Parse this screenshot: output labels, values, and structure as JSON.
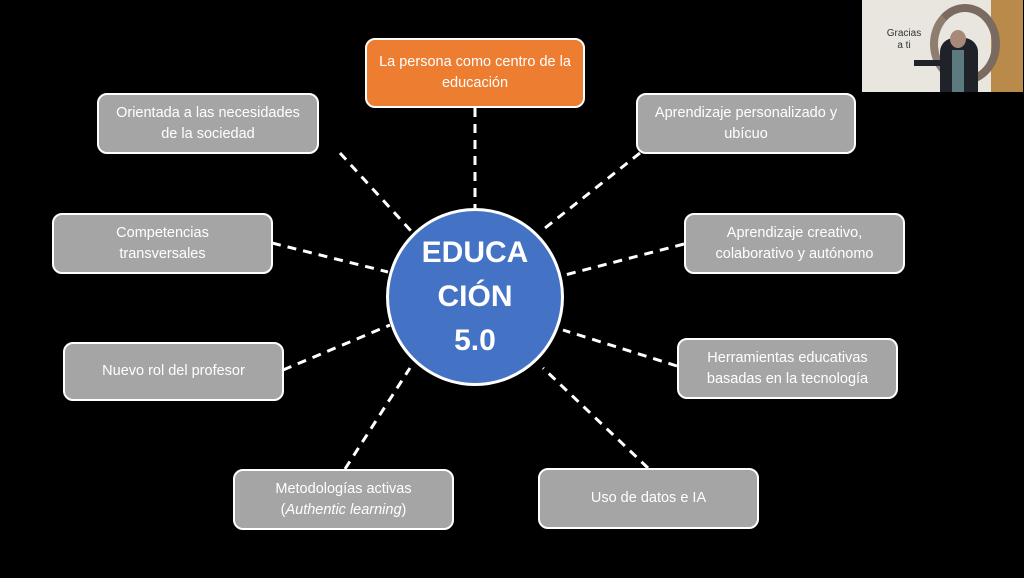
{
  "center": {
    "lines": [
      "EDUCA",
      "CIÓN",
      "5.0"
    ]
  },
  "nodes": [
    {
      "id": "center-of-education",
      "text": "La persona como centro de la educación",
      "color": "#ed7d31"
    },
    {
      "id": "society-needs",
      "text": "Orientada a las necesidades de la sociedad"
    },
    {
      "id": "personalized-learning",
      "text": "Aprendizaje personalizado y ubícuo"
    },
    {
      "id": "transversal-skills",
      "text": "Competencias transversales"
    },
    {
      "id": "creative-learning",
      "text": "Aprendizaje creativo, colaborativo y autónomo"
    },
    {
      "id": "teacher-role",
      "text": "Nuevo rol del profesor"
    },
    {
      "id": "tech-tools",
      "text": "Herramientas educativas basadas en la tecnología"
    },
    {
      "id": "active-methods",
      "text": "Metodologías activas",
      "subtext": "Authentic learning"
    },
    {
      "id": "data-ai",
      "text": "Uso de datos e IA"
    }
  ],
  "webcam": {
    "sign_text": "Gracias a ti"
  },
  "colors": {
    "box": "#a5a5a5",
    "accent": "#ed7d31",
    "circle": "#4472c4"
  }
}
